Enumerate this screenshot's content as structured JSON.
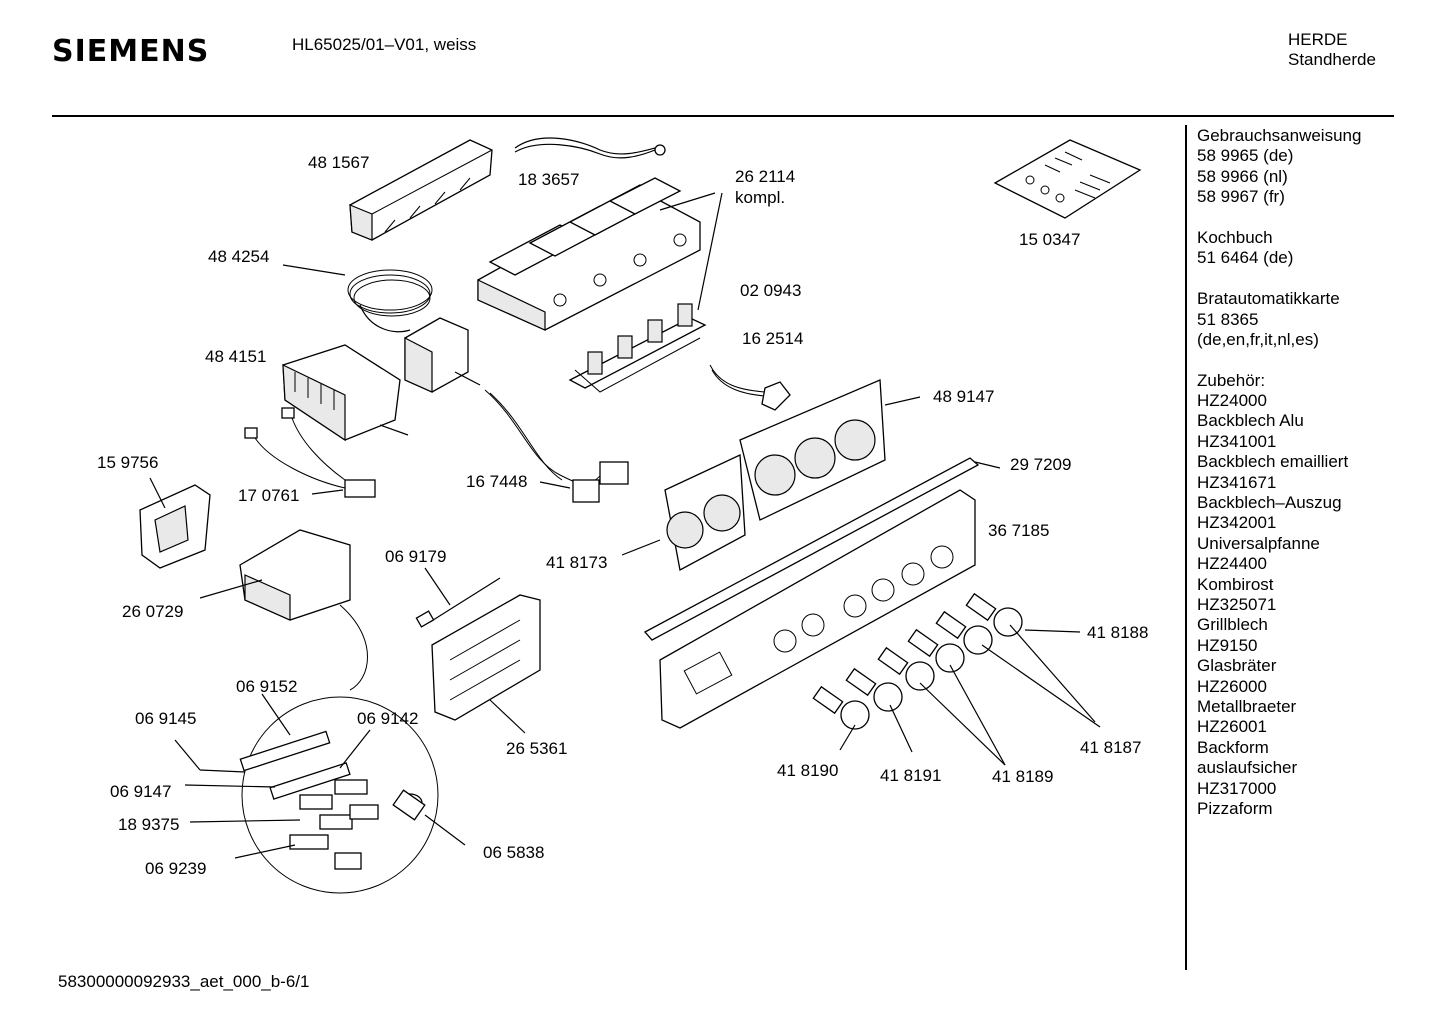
{
  "header": {
    "brand": "SIEMENS",
    "model": "HL65025/01–V01, weiss",
    "category_line1": "HERDE",
    "category_line2": "Standherde"
  },
  "sidebar": {
    "lines": [
      "Gebrauchsanweisung",
      "58 9965 (de)",
      "58 9966 (nl)",
      "58 9967 (fr)",
      "",
      "Kochbuch",
      "51 6464 (de)",
      "",
      "Bratautomatikkarte",
      "51 8365",
      "(de,en,fr,it,nl,es)",
      "",
      "Zubehör:",
      "HZ24000",
      "Backblech Alu",
      "HZ341001",
      "Backblech emailliert",
      "HZ341671",
      "Backblech–Auszug",
      "HZ342001",
      "Universalpfanne",
      "HZ24400",
      "Kombirost",
      "HZ325071",
      "Grillblech",
      "HZ9150",
      "Glasbräter",
      "HZ26000",
      "Metallbraeter",
      "HZ26001",
      "Backform",
      "auslaufsicher",
      "HZ317000",
      "Pizzaform"
    ]
  },
  "parts": {
    "p481567": "48 1567",
    "p183657": "18 3657",
    "p262114": "26 2114",
    "kompl": "kompl.",
    "p150347": "15 0347",
    "p484254": "48 4254",
    "p020943": "02 0943",
    "p162514": "16 2514",
    "p484151": "48 4151",
    "p489147": "48 9147",
    "p159756": "15 9756",
    "p170761": "17 0761",
    "p167448": "16 7448",
    "p297209": "29 7209",
    "p367185": "36 7185",
    "p418173": "41 8173",
    "p069179": "06 9179",
    "p260729": "26 0729",
    "p418188": "41 8188",
    "p069152": "06 9152",
    "p069145": "06 9145",
    "p069142": "06 9142",
    "p265361": "26 5361",
    "p418187": "41 8187",
    "p069147": "06 9147",
    "p418190": "41 8190",
    "p418191": "41 8191",
    "p418189": "41 8189",
    "p189375": "18 9375",
    "p065838": "06 5838",
    "p069239": "06 9239"
  },
  "footer": {
    "doc_id": "58300000092933_aet_000_b-6/1"
  }
}
